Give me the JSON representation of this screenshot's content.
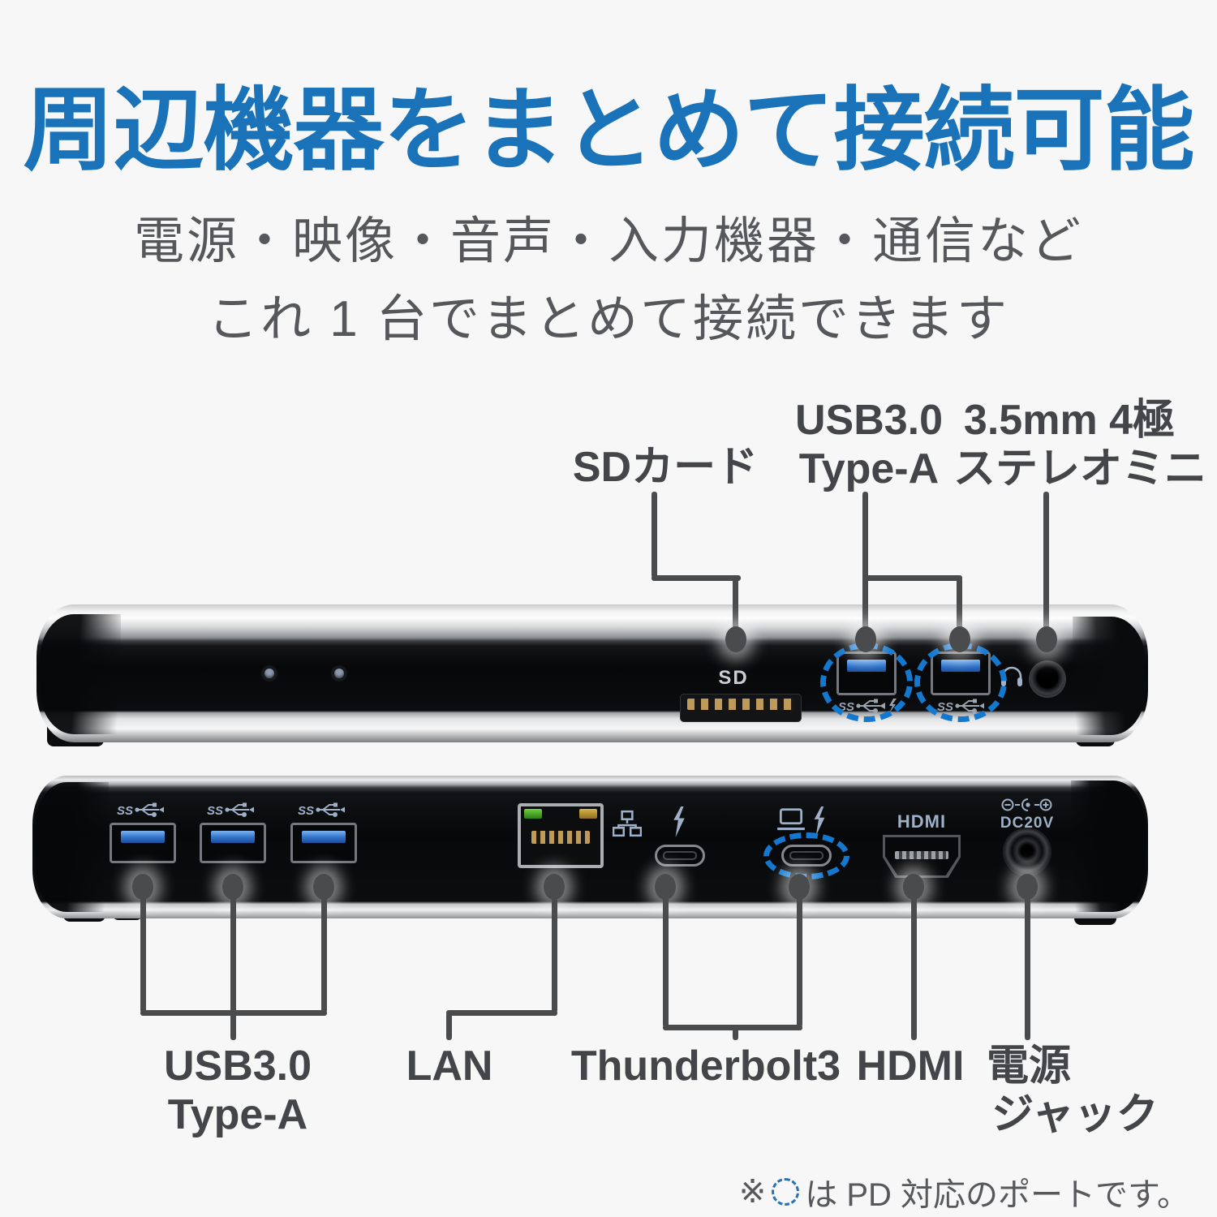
{
  "title": {
    "text": "周辺機器をまとめて接続可能"
  },
  "subtitle": {
    "line1": "電源・映像・音声・入力機器・通信など",
    "line2": "これ 1 台でまとめて接続できます"
  },
  "front": {
    "sd_card": "SDカード",
    "usb_line1": "USB3.0",
    "usb_line2": "Type-A",
    "stereo_line1": "3.5mm 4極",
    "stereo_line2": "ステレオミニ",
    "sd_slot_text": "SD"
  },
  "rear": {
    "usb_line1": "USB3.0",
    "usb_line2": "Type-A",
    "lan": "LAN",
    "thunderbolt": "Thunderbolt3",
    "hdmi": "HDMI",
    "power_line1": "電源",
    "power_line2": "ジャック",
    "hdmi_port_text": "HDMI",
    "dc_port_text": "DC20V"
  },
  "note": {
    "prefix": "※",
    "text": "は PD 対応のポートです。"
  },
  "colors": {
    "title_blue": "#1a73b9",
    "subtitle_gray": "#55575a",
    "label_gray": "#434549",
    "leader_gray": "#494b4d",
    "pd_dash_blue": "#1478cf",
    "port_icon_blue_gray": "#9db0c8",
    "usb_tongue_blue": "#2f72c8"
  },
  "icons": {
    "ss_usb": "superspeed-usb-trident-icon",
    "ss_usb_charge": "superspeed-usb-charge-icon",
    "headphone": "headphone-icon",
    "thunderbolt": "thunderbolt-bolt-icon",
    "laptop": "laptop-icon",
    "network": "ethernet-network-icon",
    "dc_polarity": "dc-power-polarity-icon",
    "pd_circle": "pd-capable-dashed-circle"
  }
}
